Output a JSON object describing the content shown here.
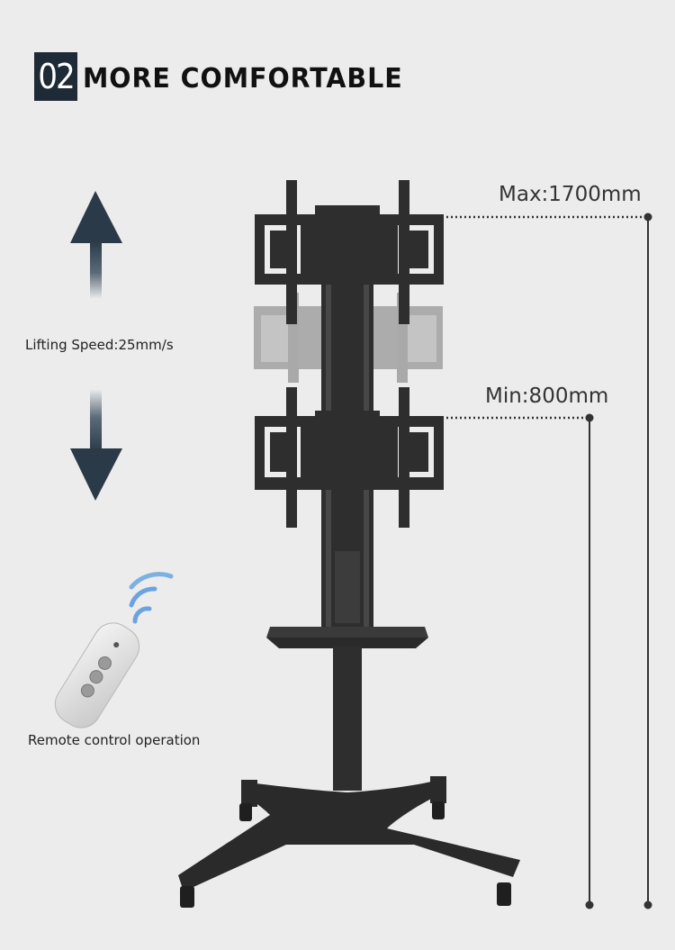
{
  "header": {
    "number": "02",
    "title": "MORE COMFORTABLE"
  },
  "labels": {
    "lifting_speed": "Lifting Speed:25mm/s",
    "remote": "Remote control operation",
    "max_height": "Max:1700mm",
    "min_height": "Min:800mm"
  },
  "colors": {
    "background": "#ececec",
    "badge": "#1e2a36",
    "arrow": "#2b3a48",
    "stand": "#2e2e2e",
    "ghost_stand": "#a9a9a9",
    "remote_body": "#dedede",
    "signal_waves": "#6aa4e0",
    "dimension_line": "#333333"
  }
}
